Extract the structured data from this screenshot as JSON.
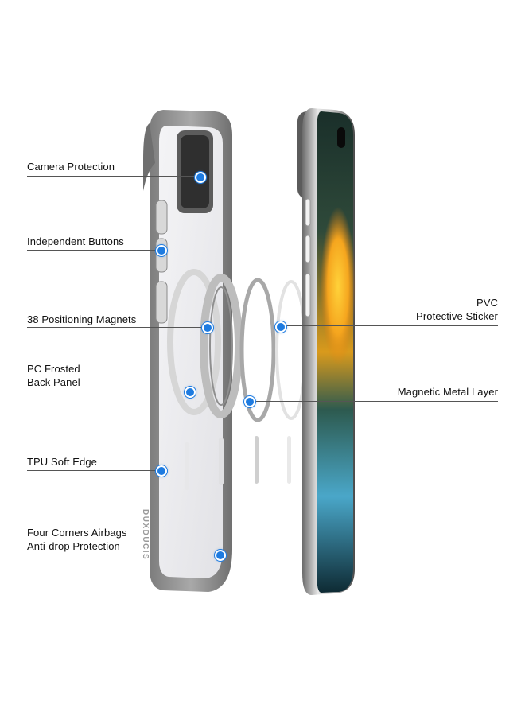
{
  "labels": {
    "camera_protection": "Camera Protection",
    "independent_buttons": "Independent Buttons",
    "positioning_magnets": "38 Positioning Magnets",
    "pc_frosted_back_panel": "PC Frosted\nBack Panel",
    "tpu_soft_edge": "TPU Soft Edge",
    "four_corners_airbags": "Four Corners Airbags\nAnti-drop Protection",
    "pvc_protective_sticker": "PVC\nProtective Sticker",
    "magnetic_metal_layer": "Magnetic Metal Layer"
  },
  "brand_text": "DUXDUCIS",
  "colors": {
    "callout_dot": "#1e7be0",
    "case_frame": "#8a8a8a",
    "text": "#111111"
  }
}
